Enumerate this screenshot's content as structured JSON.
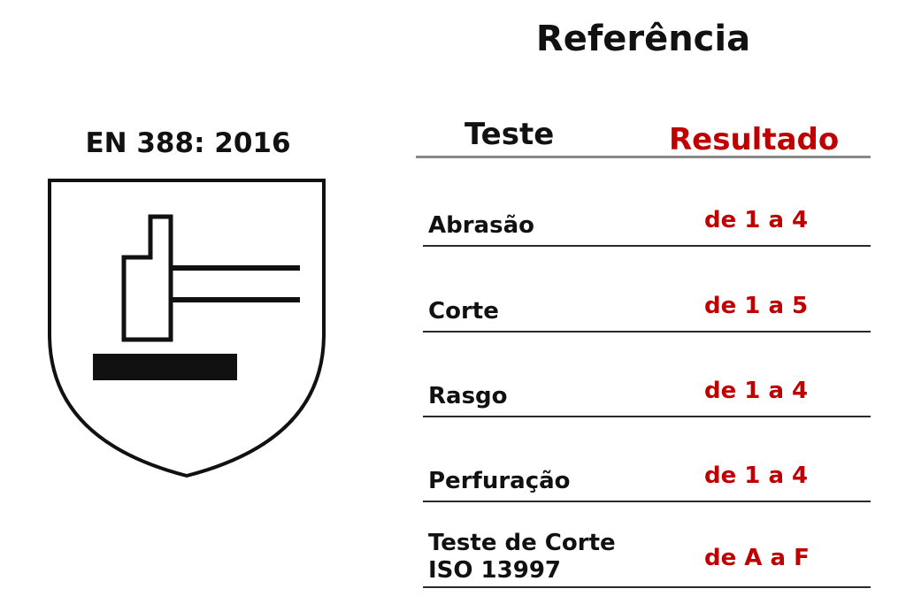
{
  "title": "Referência",
  "standard": "EN 388: 2016",
  "table": {
    "header_test": "Teste",
    "header_result": "Resultado",
    "rows": [
      {
        "test": "Abrasão",
        "result": "de 1 a 4"
      },
      {
        "test": "Corte",
        "result": "de 1 a 5"
      },
      {
        "test": "Rasgo",
        "result": "de 1 a 4"
      },
      {
        "test": "Perfuração",
        "result": "de 1 a 4"
      },
      {
        "test_line1": "Teste de Corte",
        "test_line2": "ISO 13997",
        "result": "de A a F"
      }
    ]
  },
  "icon": "en388-shield-hammer-icon",
  "colors": {
    "result_red": "#c00000",
    "text": "#111111",
    "header_rule": "#888888"
  }
}
